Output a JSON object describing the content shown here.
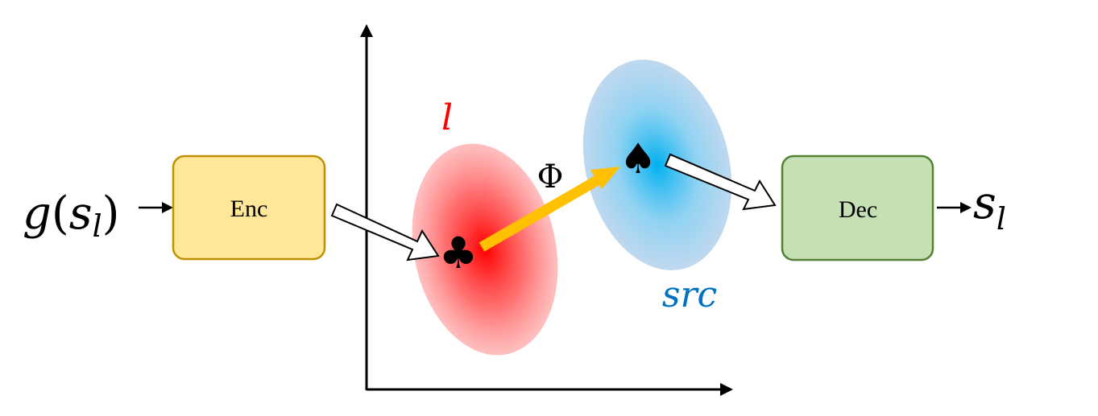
{
  "input": {
    "label_func": "g",
    "open_paren": "(",
    "var": "s",
    "subscript": "l",
    "close_paren": ")"
  },
  "encoder": {
    "label": "Enc",
    "fill": "#FFE699",
    "stroke": "#C9A227"
  },
  "decoder": {
    "label": "Dec",
    "fill": "#C5E0B4",
    "stroke": "#548235"
  },
  "output": {
    "var": "s",
    "subscript": "l"
  },
  "latent_space": {
    "source_cluster": {
      "label": "l",
      "color": "#FF0000",
      "point_symbol": "♣"
    },
    "target_cluster": {
      "label": "src",
      "color": "#0070C0",
      "point_symbol": "♠"
    },
    "mapping": {
      "label": "Φ",
      "color": "#FFC000"
    }
  }
}
